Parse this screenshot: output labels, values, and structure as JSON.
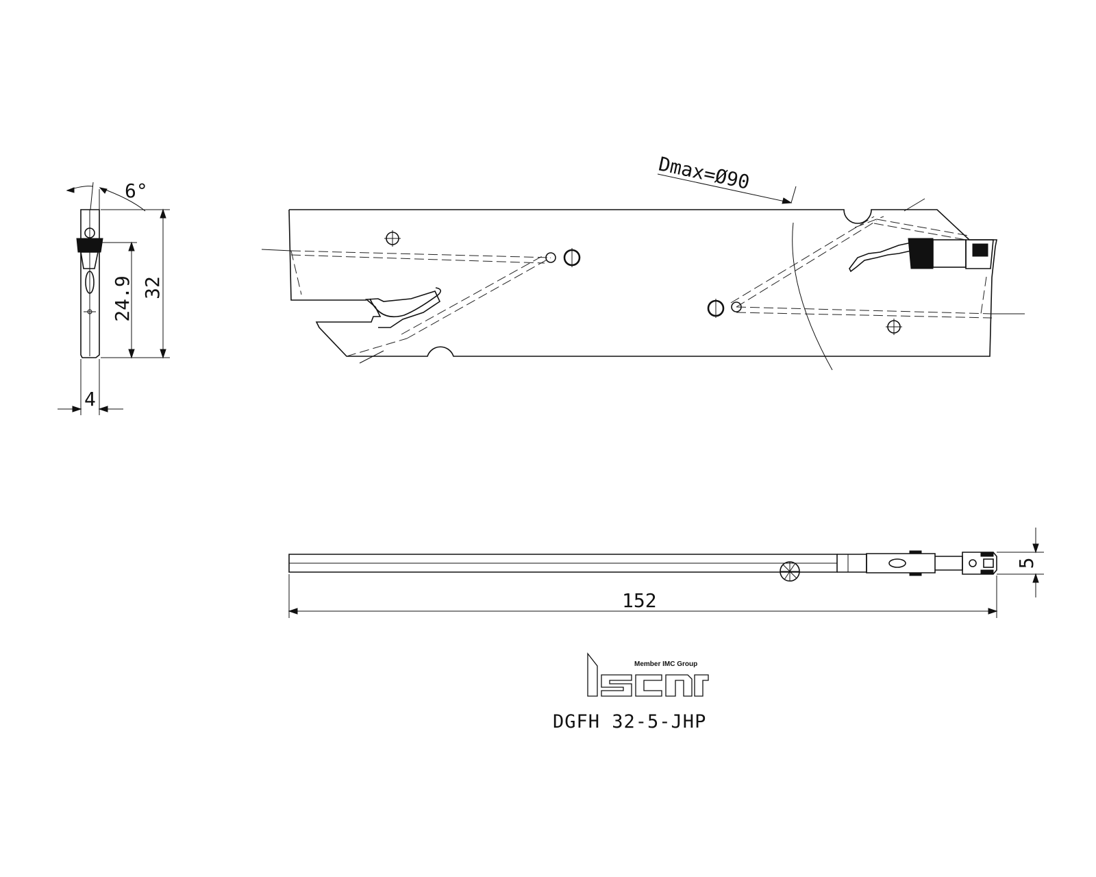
{
  "dimensions": {
    "angle": "6°",
    "height_inner": "24.9",
    "height_total": "32",
    "thickness": "4",
    "dmax": "Dmax=Ø90",
    "width": "5",
    "length": "152"
  },
  "logo": {
    "tagline": "Member IMC Group",
    "brand": "iscar"
  },
  "part_number": "DGFH 32-5-JHP"
}
